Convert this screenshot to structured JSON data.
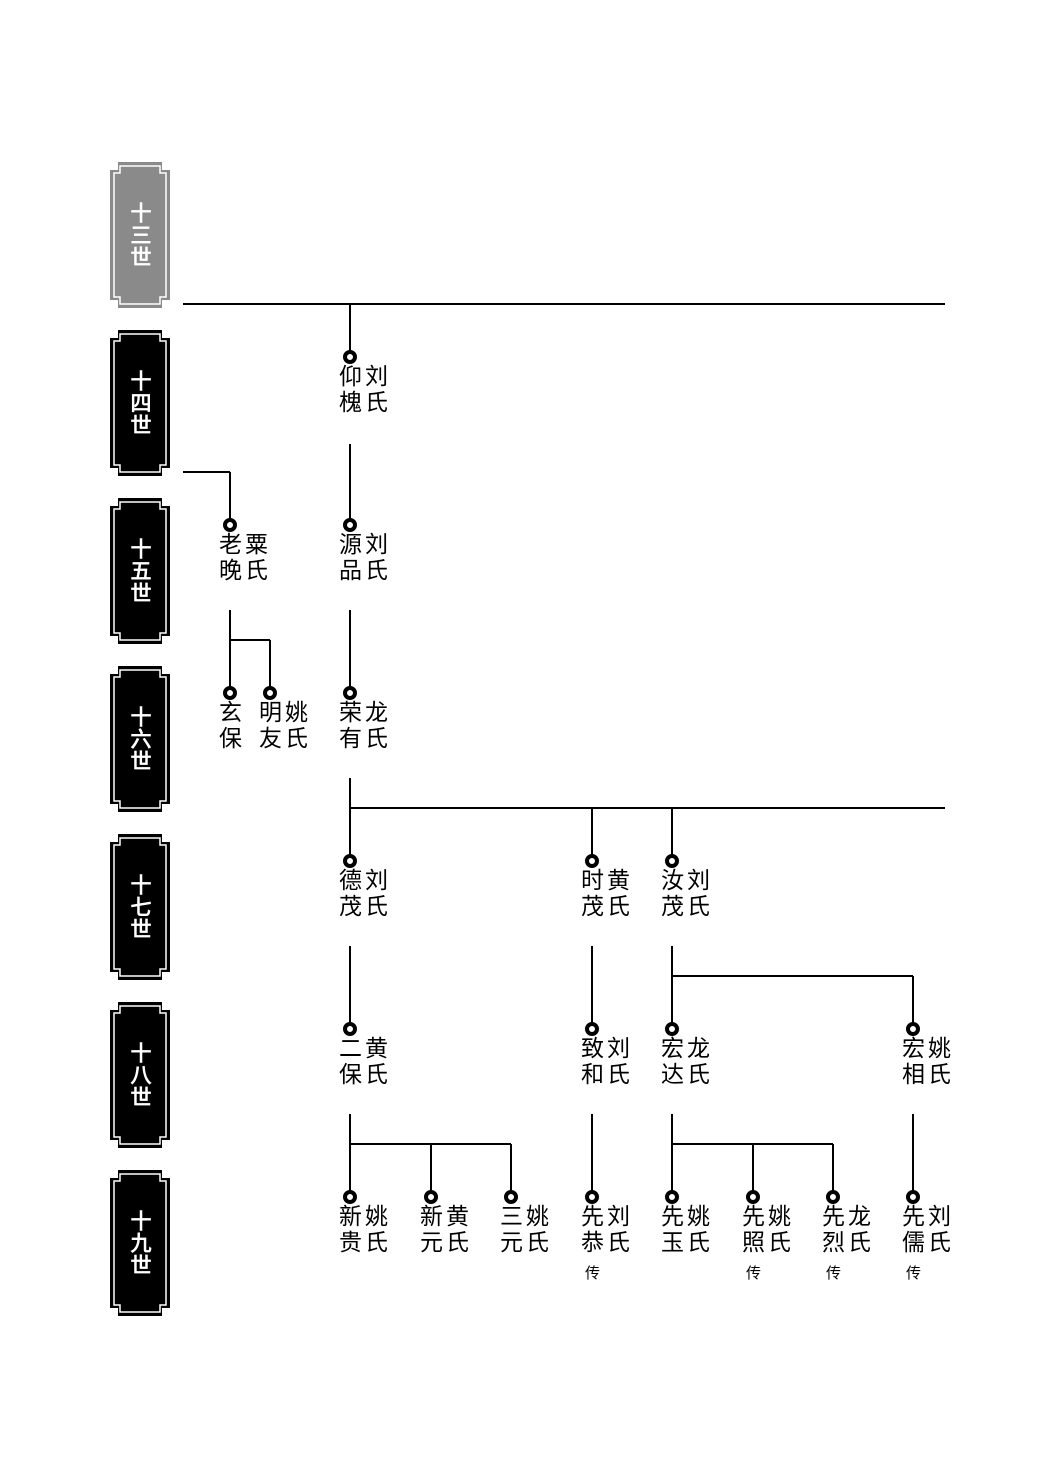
{
  "generations": [
    {
      "label": "十三世",
      "style": "gray"
    },
    {
      "label": "十四世",
      "style": "black"
    },
    {
      "label": "十五世",
      "style": "black"
    },
    {
      "label": "十六世",
      "style": "black"
    },
    {
      "label": "十七世",
      "style": "black"
    },
    {
      "label": "十八世",
      "style": "black"
    },
    {
      "label": "十九世",
      "style": "black"
    }
  ],
  "colors": {
    "badge_black": "#000000",
    "badge_gray": "#8a8a8a",
    "line": "#000000"
  },
  "persons": {
    "yanghuai": {
      "name": [
        "仰",
        "槐"
      ],
      "wife": [
        "刘",
        "氏"
      ],
      "note": ""
    },
    "laowan": {
      "name": [
        "老",
        "晚"
      ],
      "wife": [
        "粟",
        "氏"
      ],
      "note": ""
    },
    "yuanpin": {
      "name": [
        "源",
        "品"
      ],
      "wife": [
        "刘",
        "氏"
      ],
      "note": ""
    },
    "xuanbao": {
      "name": [
        "玄",
        "保"
      ],
      "wife": [],
      "note": ""
    },
    "mingyou": {
      "name": [
        "明",
        "友"
      ],
      "wife": [
        "姚",
        "氏"
      ],
      "note": ""
    },
    "rongyou": {
      "name": [
        "荣",
        "有"
      ],
      "wife": [
        "龙",
        "氏"
      ],
      "note": ""
    },
    "demao": {
      "name": [
        "德",
        "茂"
      ],
      "wife": [
        "刘",
        "氏"
      ],
      "note": ""
    },
    "shimao": {
      "name": [
        "时",
        "茂"
      ],
      "wife": [
        "黄",
        "氏"
      ],
      "note": ""
    },
    "rumao": {
      "name": [
        "汝",
        "茂"
      ],
      "wife": [
        "刘",
        "氏"
      ],
      "note": ""
    },
    "erbao": {
      "name": [
        "二",
        "保"
      ],
      "wife": [
        "黄",
        "氏"
      ],
      "note": ""
    },
    "zhihe": {
      "name": [
        "致",
        "和"
      ],
      "wife": [
        "刘",
        "氏"
      ],
      "note": ""
    },
    "hongda": {
      "name": [
        "宏",
        "达"
      ],
      "wife": [
        "龙",
        "氏"
      ],
      "note": ""
    },
    "hongxiang": {
      "name": [
        "宏",
        "相"
      ],
      "wife": [
        "姚",
        "氏"
      ],
      "note": ""
    },
    "xingui": {
      "name": [
        "新",
        "贵"
      ],
      "wife": [
        "姚",
        "氏"
      ],
      "note": ""
    },
    "xinyuan": {
      "name": [
        "新",
        "元"
      ],
      "wife": [
        "黄",
        "氏"
      ],
      "note": ""
    },
    "sanyuan": {
      "name": [
        "三",
        "元"
      ],
      "wife": [
        "姚",
        "氏"
      ],
      "note": ""
    },
    "xiangong": {
      "name": [
        "先",
        "恭"
      ],
      "wife": [
        "刘",
        "氏"
      ],
      "note": "传"
    },
    "xianyu": {
      "name": [
        "先",
        "玉"
      ],
      "wife": [
        "姚",
        "氏"
      ],
      "note": ""
    },
    "xianzhao": {
      "name": [
        "先",
        "照"
      ],
      "wife": [
        "姚",
        "氏"
      ],
      "note": "传"
    },
    "xianlie": {
      "name": [
        "先",
        "烈"
      ],
      "wife": [
        "龙",
        "氏"
      ],
      "note": "传"
    },
    "xianru": {
      "name": [
        "先",
        "儒"
      ],
      "wife": [
        "刘",
        "氏"
      ],
      "note": "传"
    }
  }
}
